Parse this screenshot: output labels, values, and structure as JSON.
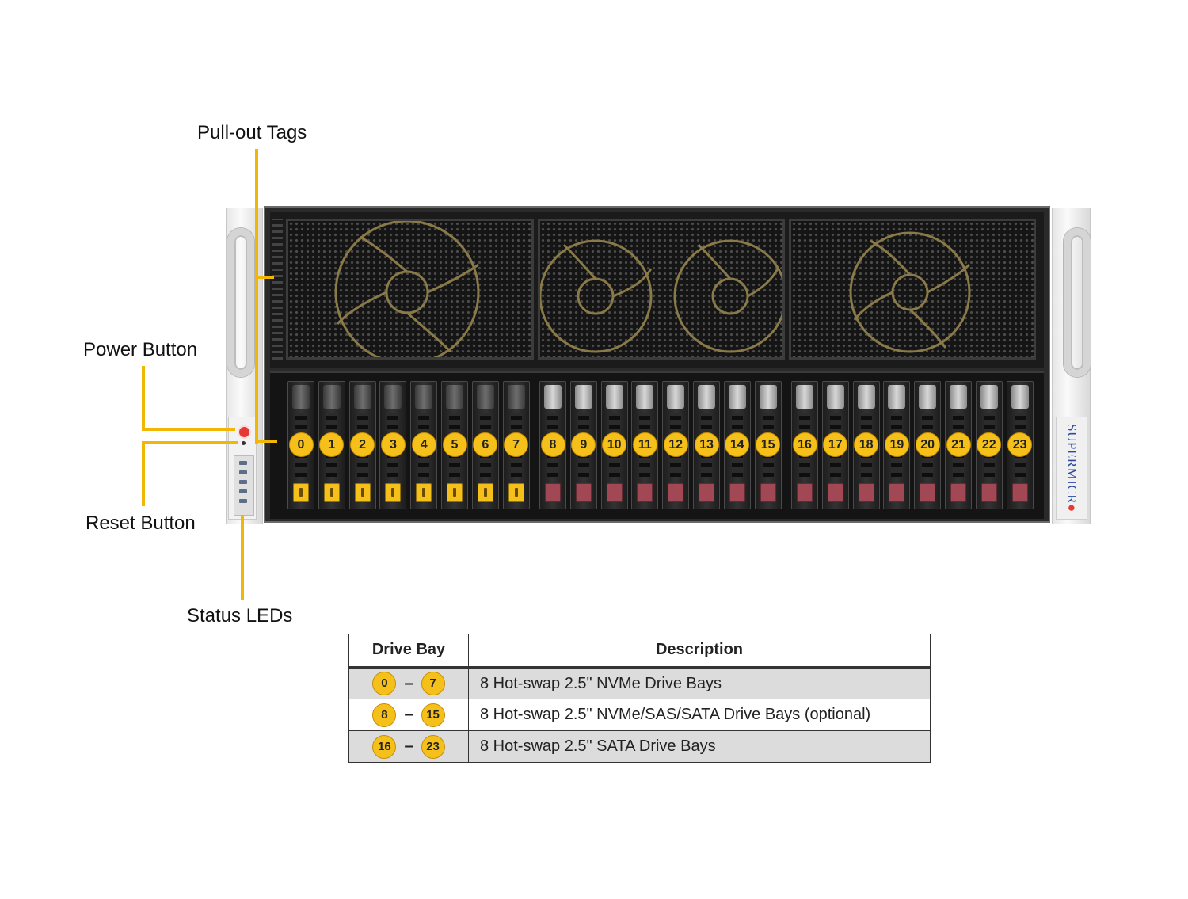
{
  "callouts": {
    "pull_out_tags": "Pull-out Tags",
    "power_button": "Power Button",
    "reset_button": "Reset Button",
    "status_leds": "Status LEDs"
  },
  "brand": {
    "name": "SUPERMICR",
    "dot": "●"
  },
  "drive_bays": {
    "labels": [
      "0",
      "1",
      "2",
      "3",
      "4",
      "5",
      "6",
      "7",
      "8",
      "9",
      "10",
      "11",
      "12",
      "13",
      "14",
      "15",
      "16",
      "17",
      "18",
      "19",
      "20",
      "21",
      "22",
      "23"
    ],
    "group_colors": {
      "nvme": "#f5c01a",
      "optional": "#a24855",
      "sata": "#a24855"
    }
  },
  "table": {
    "headers": {
      "bay": "Drive Bay",
      "description": "Description"
    },
    "dash": "–",
    "rows": [
      {
        "from": "0",
        "to": "7",
        "description": "8 Hot-swap 2.5\" NVMe Drive Bays"
      },
      {
        "from": "8",
        "to": "15",
        "description": "8 Hot-swap 2.5\" NVMe/SAS/SATA Drive Bays (optional)"
      },
      {
        "from": "16",
        "to": "23",
        "description": "8 Hot-swap 2.5\" SATA Drive Bays"
      }
    ]
  },
  "colors": {
    "callout_line": "#f2b705",
    "badge": "#f5c01a"
  }
}
